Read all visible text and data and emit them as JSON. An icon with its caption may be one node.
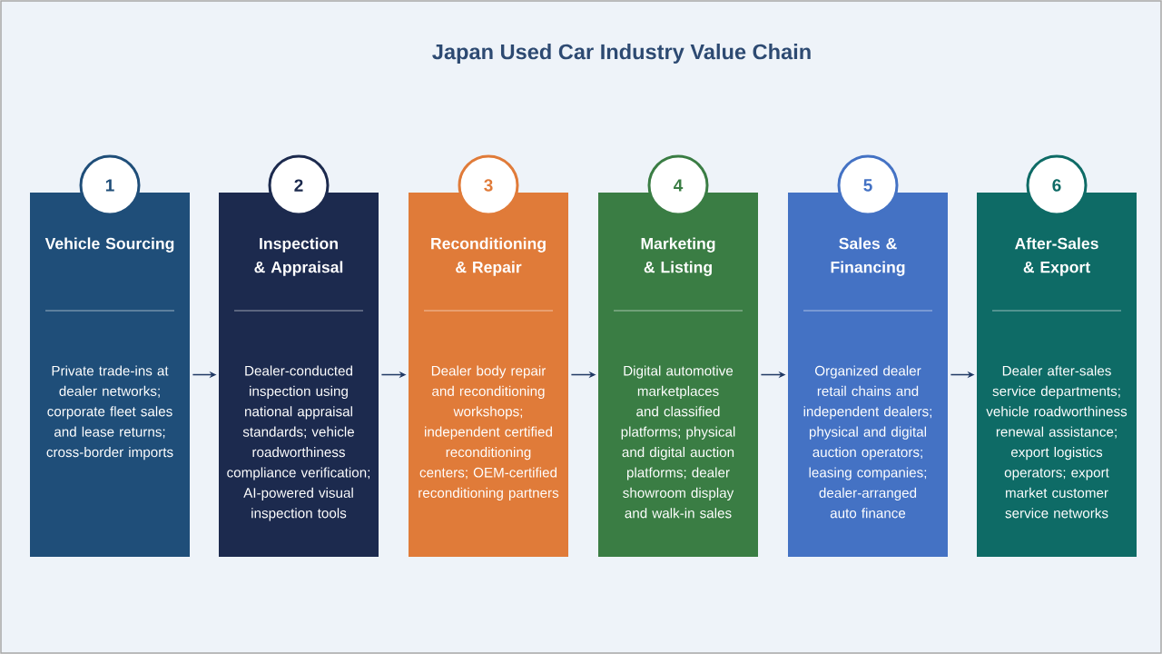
{
  "diagram": {
    "title": "Japan Used Car Industry Value Chain",
    "nodes": [
      {
        "text": [
          "1"
        ]
      },
      {
        "text": [
          "Vehicle Sourcing",
          "Private trade-ins at dealer networks; corporate fleet sales and lease returns; cross-border imports"
        ]
      },
      {
        "text": [
          "2"
        ]
      },
      {
        "text": [
          "Inspection & Appraisal",
          "Dealer-conducted inspection using national appraisal standards; vehicle roadworthiness compliance verification; AI-powered visual inspection tools"
        ]
      },
      {
        "text": [
          "3"
        ]
      },
      {
        "text": [
          "Reconditioning & Repair",
          "Dealer body repair and reconditioning workshops; independent certified reconditioning centers; OEM-certified reconditioning partners"
        ]
      },
      {
        "text": [
          "4"
        ]
      },
      {
        "text": [
          "Marketing & Listing",
          "Digital automotive marketplaces and classified platforms; physical and digital auction platforms; dealer showroom display and walk-in sales"
        ]
      },
      {
        "text": [
          "5"
        ]
      },
      {
        "text": [
          "Sales & Financing",
          "Organized dealer retail chains and independent dealers; physical and digital auction operators; leasing companies; dealer-arranged auto finance"
        ]
      },
      {
        "text": [
          "6"
        ]
      },
      {
        "text": [
          "After-Sales & Export",
          "Dealer after-sales service departments; vehicle roadworthiness renewal assistance; export logistics operators; export market customer service networks"
        ]
      }
    ],
    "edges": [
      {
        "from": 1,
        "to": 3,
        "arrow": "to"
      },
      {
        "from": 3,
        "to": 5,
        "arrow": "to"
      },
      {
        "from": 5,
        "to": 7,
        "arrow": "to"
      },
      {
        "from": 7,
        "to": 9,
        "arrow": "to"
      },
      {
        "from": 9,
        "to": 11,
        "arrow": "to"
      }
    ]
  }
}
